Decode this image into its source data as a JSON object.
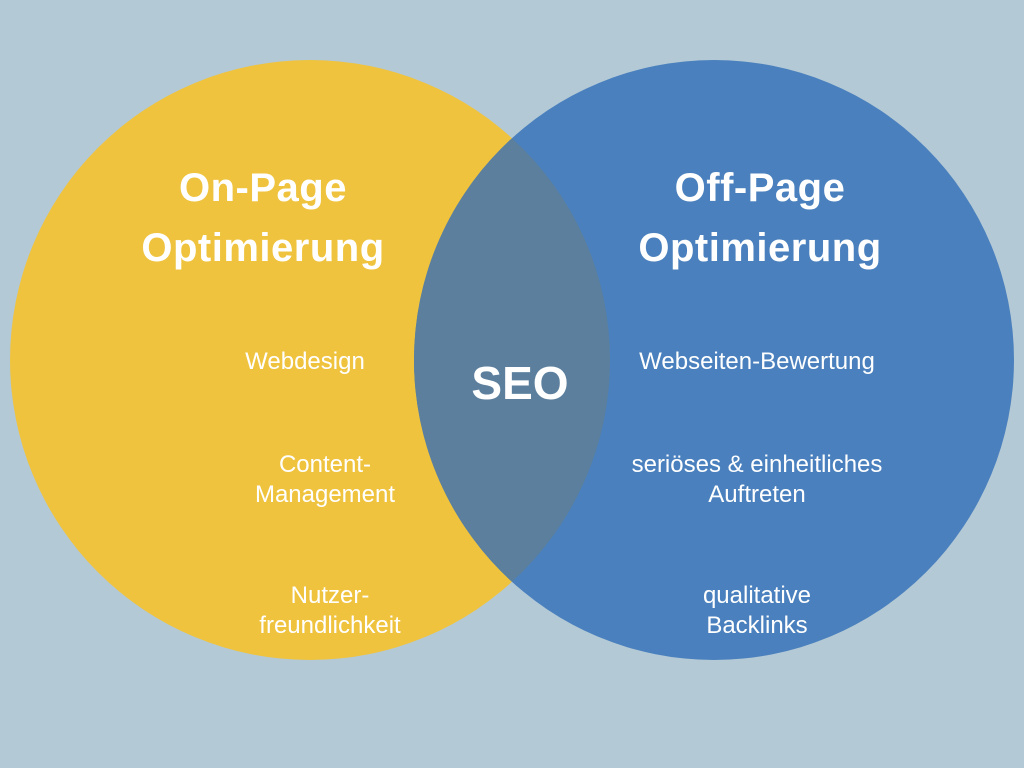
{
  "diagram": {
    "background_color": "#b4c9d6",
    "left_circle": {
      "title": "On-Page\nOptimierung",
      "color": "#efc33d",
      "items": [
        "Webdesign",
        "Content-\nManagement",
        "Nutzer-\nfreundlichkeit"
      ]
    },
    "right_circle": {
      "title": "Off-Page\nOptimierung",
      "color": "#4a80bd",
      "items": [
        "Webseiten-Bewertung",
        "seriöses & einheitliches\nAuftreten",
        "qualitative\nBacklinks"
      ]
    },
    "overlap": {
      "label": "SEO",
      "color": "#5b7f9d"
    },
    "text_color": "#ffffff"
  }
}
